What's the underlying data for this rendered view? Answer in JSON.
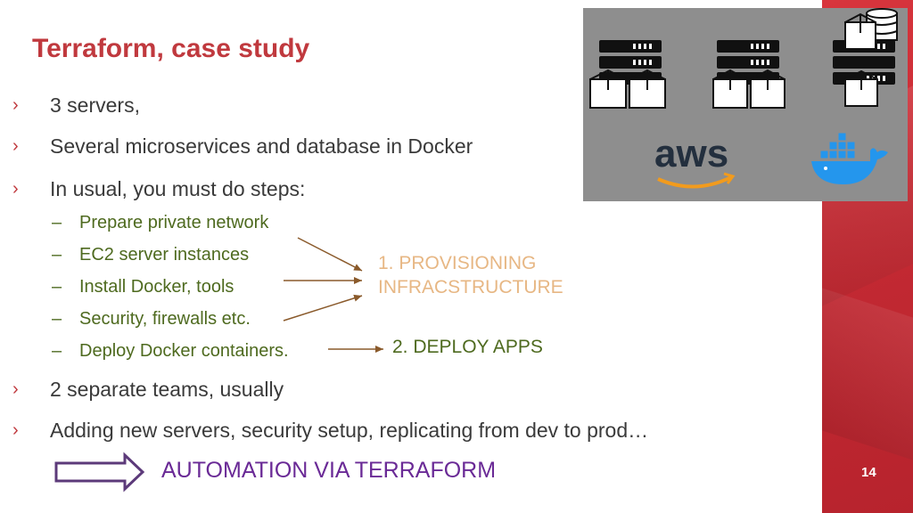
{
  "slide": {
    "title": "Terraform, case study",
    "page_number": "14"
  },
  "bullets": [
    "3 servers,",
    "Several microservices and database in Docker",
    "In usual, you must do steps:",
    "2 separate teams, usually",
    "Adding new servers, security setup, replicating from dev to prod…"
  ],
  "bullet_marker": "›",
  "sub_marker": "–",
  "steps": [
    "Prepare private network",
    "EC2 server instances",
    "Install Docker, tools",
    "Security, firewalls etc.",
    "Deploy Docker containers."
  ],
  "labels": {
    "provisioning_line1": "1. PROVISIONING",
    "provisioning_line2": "INFRACSTRUCTURE",
    "deploy": "2. DEPLOY APPS",
    "automation": "AUTOMATION VIA TERRAFORM"
  },
  "photo": {
    "aws_logo_text": "aws"
  },
  "colors": {
    "title": "#c0393e",
    "body_text": "#3a3a3a",
    "sub_text": "#4e6a1f",
    "arrow": "#8a5a2b",
    "provisioning": "#e7b784",
    "automation": "#6a2a96",
    "side_band": "#c42a33",
    "docker_blue": "#2496ed"
  }
}
